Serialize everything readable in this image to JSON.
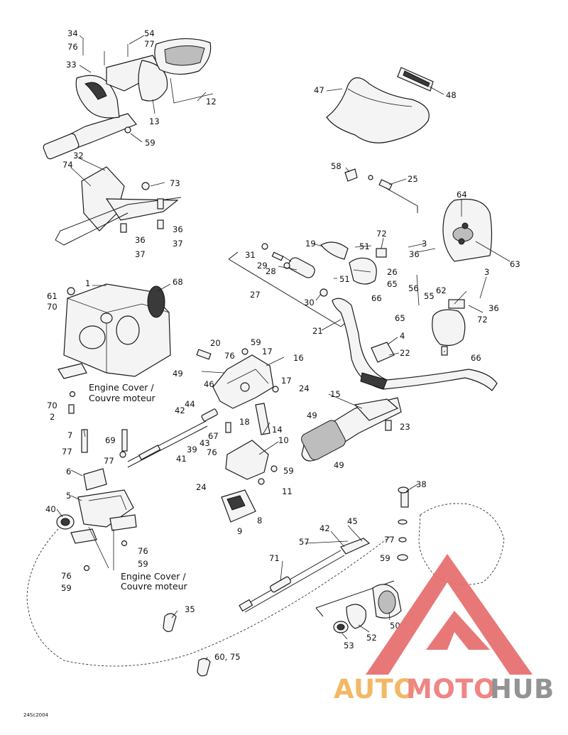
{
  "callouts": [
    {
      "id": "c1",
      "text": "1"
    },
    {
      "id": "c2",
      "text": "2"
    },
    {
      "id": "c3",
      "text": "3"
    },
    {
      "id": "c3b",
      "text": "3"
    },
    {
      "id": "c4",
      "text": "4"
    },
    {
      "id": "c5",
      "text": "5"
    },
    {
      "id": "c6",
      "text": "6"
    },
    {
      "id": "c7",
      "text": "7"
    },
    {
      "id": "c8",
      "text": "8"
    },
    {
      "id": "c9",
      "text": "9"
    },
    {
      "id": "c10",
      "text": "10"
    },
    {
      "id": "c11",
      "text": "11"
    },
    {
      "id": "c12",
      "text": "12"
    },
    {
      "id": "c13",
      "text": "13"
    },
    {
      "id": "c14",
      "text": "14"
    },
    {
      "id": "c15",
      "text": "15"
    },
    {
      "id": "c16",
      "text": "16"
    },
    {
      "id": "c17",
      "text": "17"
    },
    {
      "id": "c17b",
      "text": "17"
    },
    {
      "id": "c18",
      "text": "18"
    },
    {
      "id": "c19",
      "text": "19"
    },
    {
      "id": "c20",
      "text": "20"
    },
    {
      "id": "c21",
      "text": "21"
    },
    {
      "id": "c22",
      "text": "22"
    },
    {
      "id": "c23",
      "text": "23"
    },
    {
      "id": "c24",
      "text": "24"
    },
    {
      "id": "c24b",
      "text": "24"
    },
    {
      "id": "c25",
      "text": "25"
    },
    {
      "id": "c26",
      "text": "26"
    },
    {
      "id": "c27",
      "text": "27"
    },
    {
      "id": "c28",
      "text": "28"
    },
    {
      "id": "c29",
      "text": "29"
    },
    {
      "id": "c30",
      "text": "30"
    },
    {
      "id": "c31",
      "text": "31"
    },
    {
      "id": "c32",
      "text": "32"
    },
    {
      "id": "c33",
      "text": "33"
    },
    {
      "id": "c34",
      "text": "34"
    },
    {
      "id": "c35",
      "text": "35"
    },
    {
      "id": "c36a",
      "text": "36"
    },
    {
      "id": "c36b",
      "text": "36"
    },
    {
      "id": "c36c",
      "text": "36"
    },
    {
      "id": "c36d",
      "text": "36"
    },
    {
      "id": "c37a",
      "text": "37"
    },
    {
      "id": "c37b",
      "text": "37"
    },
    {
      "id": "c38",
      "text": "38"
    },
    {
      "id": "c39",
      "text": "39"
    },
    {
      "id": "c40",
      "text": "40"
    },
    {
      "id": "c41",
      "text": "41"
    },
    {
      "id": "c42a",
      "text": "42"
    },
    {
      "id": "c42b",
      "text": "42"
    },
    {
      "id": "c43",
      "text": "43"
    },
    {
      "id": "c44",
      "text": "44"
    },
    {
      "id": "c45",
      "text": "45"
    },
    {
      "id": "c46",
      "text": "46"
    },
    {
      "id": "c47",
      "text": "47"
    },
    {
      "id": "c48",
      "text": "48"
    },
    {
      "id": "c49a",
      "text": "49"
    },
    {
      "id": "c49b",
      "text": "49"
    },
    {
      "id": "c49c",
      "text": "49"
    },
    {
      "id": "c50",
      "text": "50"
    },
    {
      "id": "c51a",
      "text": "51"
    },
    {
      "id": "c51b",
      "text": "51"
    },
    {
      "id": "c52",
      "text": "52"
    },
    {
      "id": "c53",
      "text": "53"
    },
    {
      "id": "c54",
      "text": "54"
    },
    {
      "id": "c55",
      "text": "55"
    },
    {
      "id": "c56",
      "text": "56"
    },
    {
      "id": "c57",
      "text": "57"
    },
    {
      "id": "c58",
      "text": "58"
    },
    {
      "id": "c59a",
      "text": "59"
    },
    {
      "id": "c59b",
      "text": "59"
    },
    {
      "id": "c59c",
      "text": "59"
    },
    {
      "id": "c59d",
      "text": "59"
    },
    {
      "id": "c59e",
      "text": "59"
    },
    {
      "id": "c59f",
      "text": "59"
    },
    {
      "id": "c60",
      "text": "60, 75"
    },
    {
      "id": "c61",
      "text": "61"
    },
    {
      "id": "c62",
      "text": "62"
    },
    {
      "id": "c63",
      "text": "63"
    },
    {
      "id": "c64",
      "text": "64"
    },
    {
      "id": "c65a",
      "text": "65"
    },
    {
      "id": "c65b",
      "text": "65"
    },
    {
      "id": "c66a",
      "text": "66"
    },
    {
      "id": "c66b",
      "text": "66"
    },
    {
      "id": "c67",
      "text": "67"
    },
    {
      "id": "c68",
      "text": "68"
    },
    {
      "id": "c69",
      "text": "69"
    },
    {
      "id": "c70a",
      "text": "70"
    },
    {
      "id": "c70b",
      "text": "70"
    },
    {
      "id": "c71",
      "text": "71"
    },
    {
      "id": "c72a",
      "text": "72"
    },
    {
      "id": "c72b",
      "text": "72"
    },
    {
      "id": "c73",
      "text": "73"
    },
    {
      "id": "c74",
      "text": "74"
    },
    {
      "id": "c76a",
      "text": "76"
    },
    {
      "id": "c76b",
      "text": "76"
    },
    {
      "id": "c76c",
      "text": "76"
    },
    {
      "id": "c76d",
      "text": "76"
    },
    {
      "id": "c76e",
      "text": "76"
    },
    {
      "id": "c77a",
      "text": "77"
    },
    {
      "id": "c77b",
      "text": "77"
    },
    {
      "id": "c77c",
      "text": "77"
    },
    {
      "id": "c77d",
      "text": "77"
    },
    {
      "id": "c77e",
      "text": "77"
    }
  ],
  "notes": {
    "engine_cover_upper": [
      "Engine Cover /",
      "Couvre moteur"
    ],
    "engine_cover_lower": [
      "Engine Cover /",
      "Couvre moteur"
    ]
  },
  "figure_ref": "24Sc2004",
  "watermark": {
    "part1": "AUTO",
    "part2": "MOTO",
    "part3": "HUB",
    "colors": {
      "auto": "#f2b25a",
      "moto": "#ee7b7b",
      "hub": "#8a8a8a",
      "logo": "#e76d6d"
    }
  }
}
